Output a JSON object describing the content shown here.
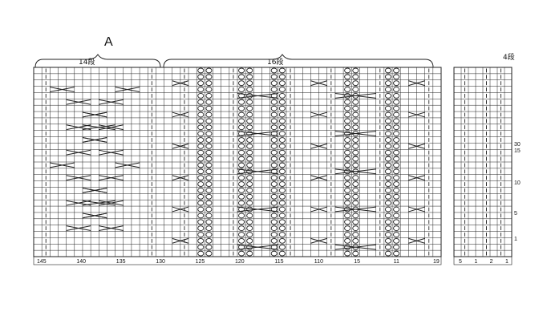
{
  "title": "A",
  "brackets": [
    {
      "label": "14段"
    },
    {
      "label": "16段"
    },
    {
      "label": "4段"
    }
  ],
  "main_grid": {
    "cols": 50,
    "rows": 30
  },
  "side_grid": {
    "cols": 8,
    "rows": 30
  },
  "bottom_numbers_main": [
    "145",
    "140",
    "135",
    "130",
    "125",
    "120",
    "115",
    "110",
    "15",
    "11",
    "19"
  ],
  "bottom_numbers_side": [
    "5",
    "1",
    "2",
    "1"
  ],
  "right_numbers": [
    "30",
    "15",
    "10",
    "5",
    "1"
  ],
  "colors": {
    "line": "#222222",
    "background": "#ffffff"
  }
}
